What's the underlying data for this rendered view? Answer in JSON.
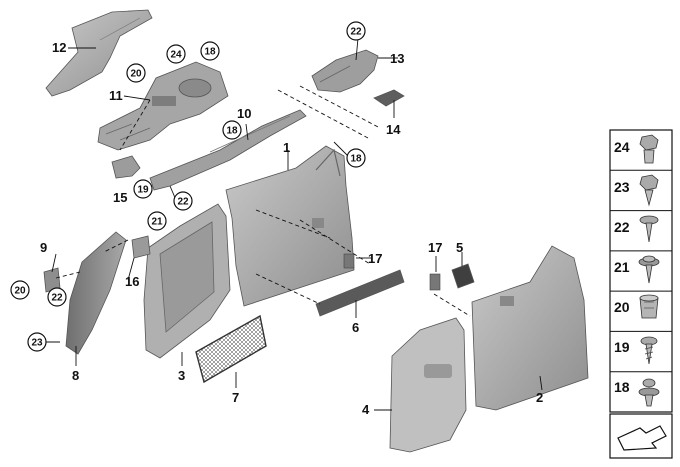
{
  "callouts": {
    "c1": "1",
    "c2": "2",
    "c3": "3",
    "c4": "4",
    "c5": "5",
    "c6": "6",
    "c7": "7",
    "c8": "8",
    "c9": "9",
    "c10": "10",
    "c11": "11",
    "c12": "12",
    "c13": "13",
    "c14": "14",
    "c15": "15",
    "c16": "16",
    "c17": "17",
    "c18a": "18",
    "c18b": "18",
    "c18c": "18",
    "c19": "19",
    "c20a": "20",
    "c20b": "20",
    "c21": "21",
    "c22a": "22",
    "c22b": "22",
    "c22c": "22",
    "c23": "23",
    "c24": "24"
  },
  "legend": [
    {
      "number": "24",
      "icon": "hex-bolt-icon"
    },
    {
      "number": "23",
      "icon": "hex-screw-icon"
    },
    {
      "number": "22",
      "icon": "button-screw-icon"
    },
    {
      "number": "21",
      "icon": "washer-screw-icon"
    },
    {
      "number": "20",
      "icon": "expanding-nut-icon"
    },
    {
      "number": "19",
      "icon": "tapping-screw-icon"
    },
    {
      "number": "18",
      "icon": "push-rivet-icon"
    }
  ],
  "colors": {
    "panel_dark": "#9a9a9a",
    "panel_mid": "#b4b4b4",
    "panel_light": "#d2d2d2",
    "line": "#111111"
  }
}
